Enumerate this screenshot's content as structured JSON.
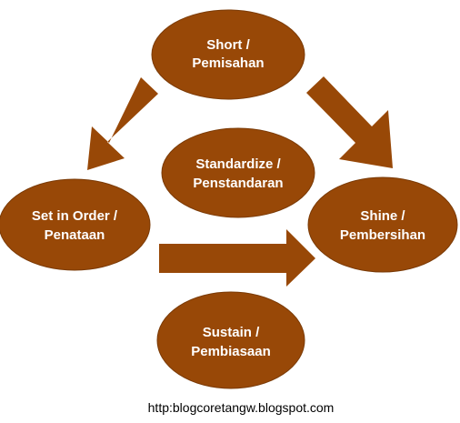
{
  "colors": {
    "node_fill": "#984807",
    "node_stroke": "#7a3a06",
    "arrow_fill": "#984807",
    "label": "#ffffff",
    "url": "#000000"
  },
  "nodes": {
    "short": {
      "line1": "Short /",
      "line2": "Pemisahan"
    },
    "set_in_order": {
      "line1": "Set in Order /",
      "line2": "Penataan"
    },
    "shine": {
      "line1": "Shine /",
      "line2": "Pembersihan"
    },
    "standardize": {
      "line1": "Standardize /",
      "line2": "Penstandaran"
    },
    "sustain": {
      "line1": "Sustain /",
      "line2": "Pembiasaan"
    }
  },
  "footer": {
    "url": "http:blogcoretangw.blogspot.com"
  }
}
